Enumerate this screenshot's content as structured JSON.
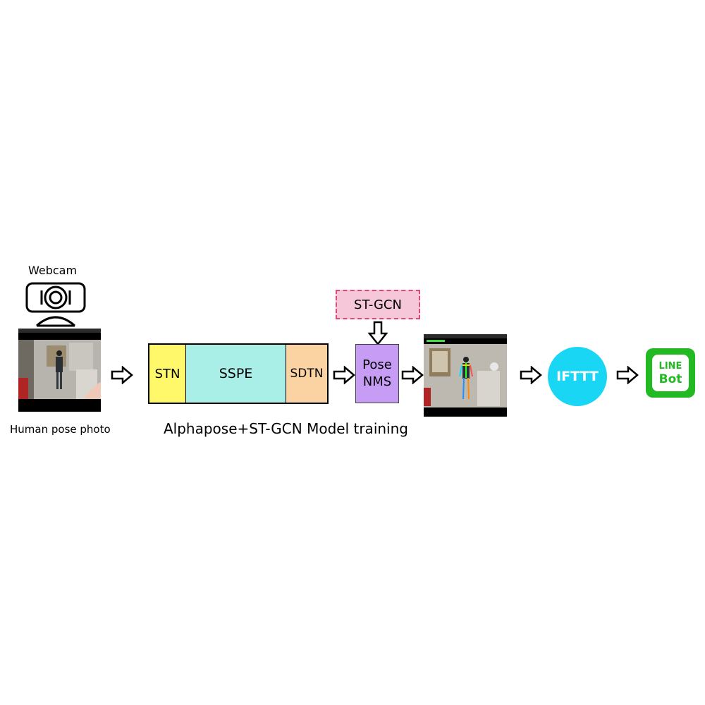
{
  "webcam": {
    "label": "Webcam",
    "icon": "webcam-icon"
  },
  "input_photo": {
    "caption": "Human pose photo"
  },
  "model": {
    "caption": "Alphapose+ST-GCN Model training",
    "stn": {
      "label": "STN",
      "color": "#fef86a"
    },
    "sspe": {
      "label": "SSPE",
      "color": "#a9efe8"
    },
    "sdtn": {
      "label": "SDTN",
      "color": "#fbd3a3"
    }
  },
  "pose_nms": {
    "line1": "Pose",
    "line2": "NMS",
    "color": "#c79cf5"
  },
  "stgcn": {
    "label": "ST-GCN",
    "color": "#f6c7d8",
    "border": "#e2457b"
  },
  "ifttt": {
    "label": "IFTTT",
    "color": "#1ad6f5"
  },
  "line_bot": {
    "line1": "LINE",
    "line2": "Bot",
    "color": "#22b922"
  }
}
